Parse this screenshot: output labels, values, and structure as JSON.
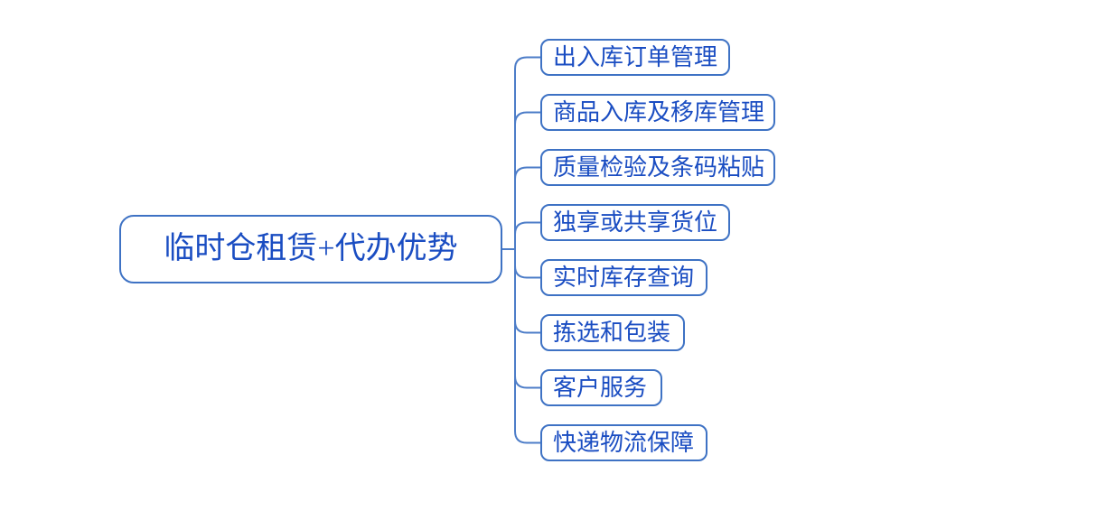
{
  "colors": {
    "box_border": "#3e72c4",
    "connector": "#4d7dc8",
    "text": "#1a4dc2",
    "background": "#ffffff"
  },
  "mindmap": {
    "root": {
      "label": "临时仓租赁+代办优势"
    },
    "branches": [
      {
        "label": "出入库订单管理"
      },
      {
        "label": "商品入库及移库管理"
      },
      {
        "label": "质量检验及条码粘贴"
      },
      {
        "label": "独享或共享货位"
      },
      {
        "label": "实时库存查询"
      },
      {
        "label": "拣选和包装"
      },
      {
        "label": "客户服务"
      },
      {
        "label": "快递物流保障"
      }
    ]
  }
}
